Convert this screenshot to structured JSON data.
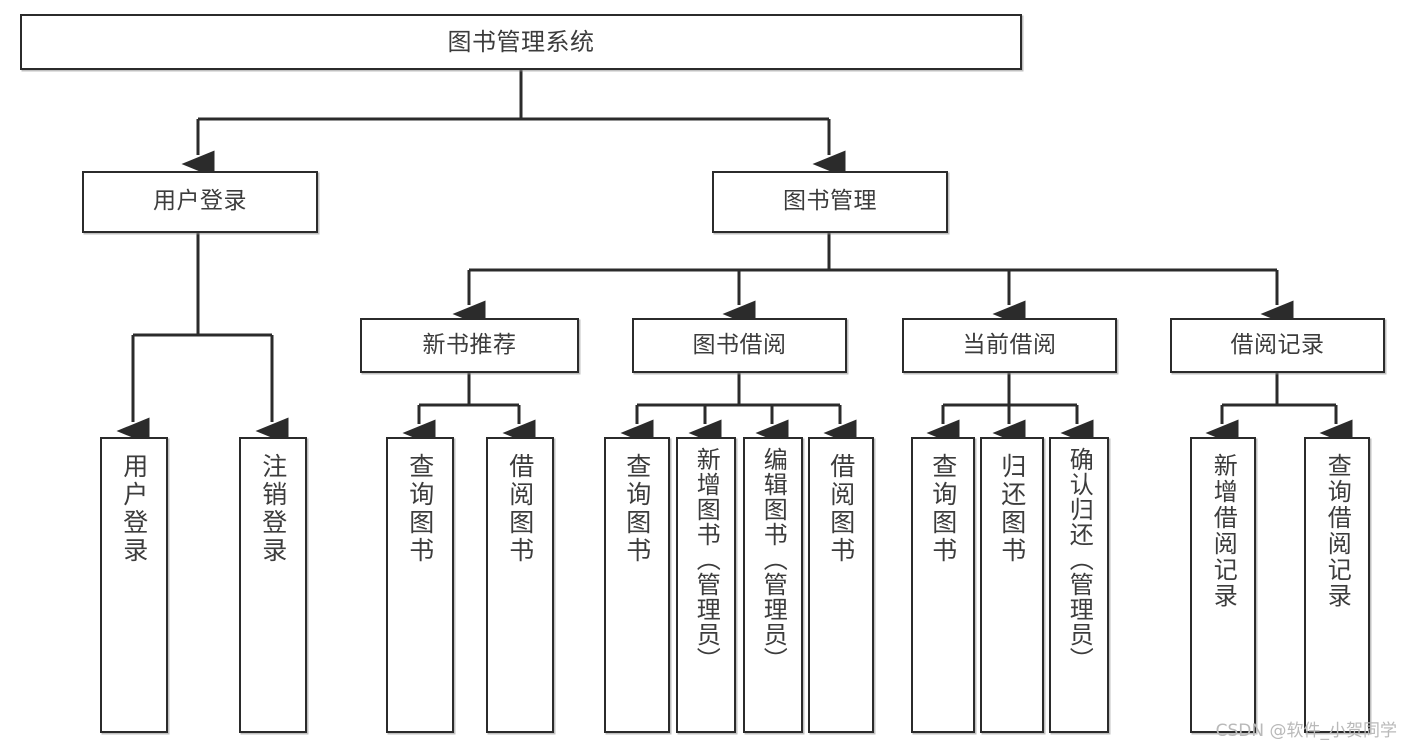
{
  "diagram": {
    "type": "tree-hierarchy",
    "title": "图书管理系统",
    "watermark": "CSDN @软件_小贺同学",
    "colors": {
      "box_border": "#2b2b2b",
      "box_fill": "#ffffff",
      "text": "#3c3c3c",
      "connector": "#2b2b2b",
      "watermark": "#b9b9b9",
      "background": "#ffffff"
    },
    "levels": {
      "root": {
        "label": "图书管理系统"
      },
      "level1": [
        {
          "label": "用户登录"
        },
        {
          "label": "图书管理"
        }
      ],
      "level2": [
        {
          "label": "新书推荐"
        },
        {
          "label": "图书借阅"
        },
        {
          "label": "当前借阅"
        },
        {
          "label": "借阅记录"
        }
      ],
      "leaves_user_login": [
        {
          "label": "用户登录"
        },
        {
          "label": "注销登录"
        }
      ],
      "leaves_new_books": [
        {
          "label": "查询图书"
        },
        {
          "label": "借阅图书"
        }
      ],
      "leaves_borrow_books": [
        {
          "label": "查询图书"
        },
        {
          "label": "新增图书（管理员）"
        },
        {
          "label": "编辑图书（管理员）"
        },
        {
          "label": "借阅图书"
        }
      ],
      "leaves_current_borrow": [
        {
          "label": "查询图书"
        },
        {
          "label": "归还图书"
        },
        {
          "label": "确认归还（管理员）"
        }
      ],
      "leaves_borrow_records": [
        {
          "label": "新增借阅记录"
        },
        {
          "label": "查询借阅记录"
        }
      ]
    }
  }
}
